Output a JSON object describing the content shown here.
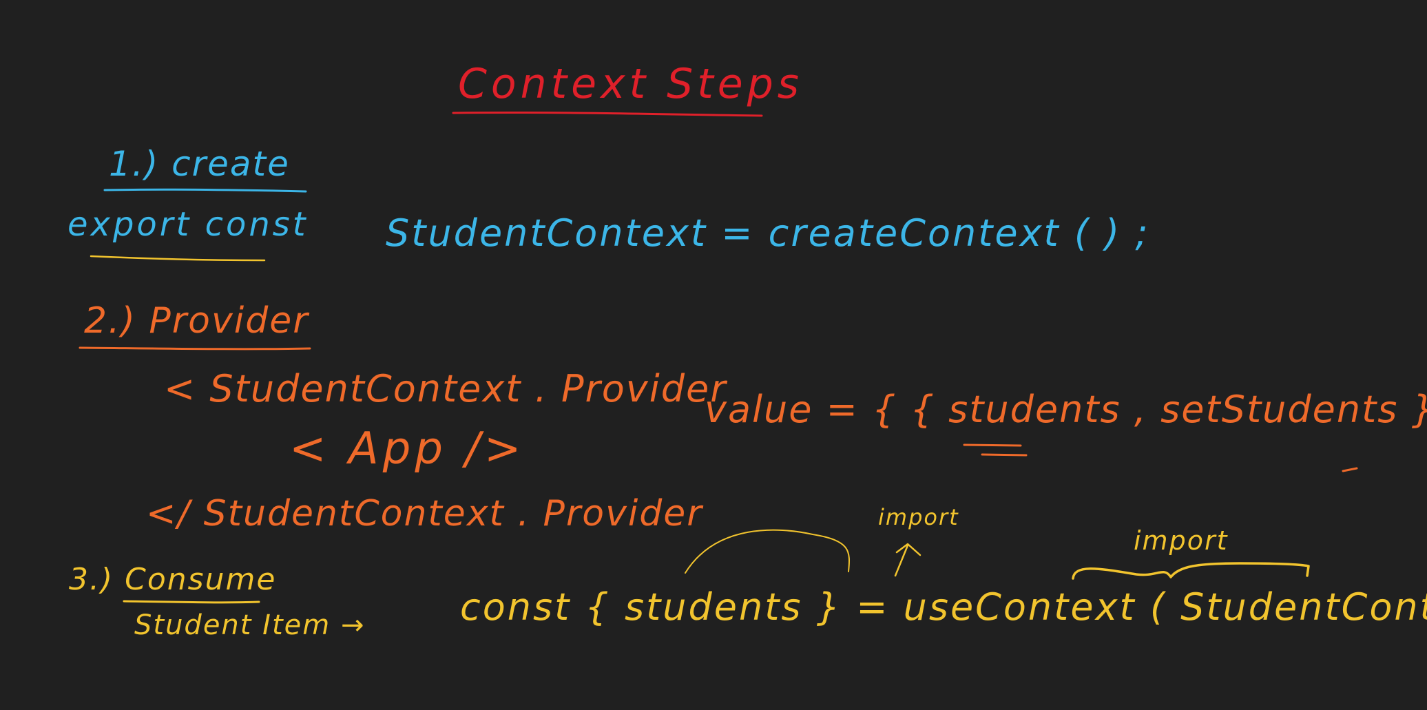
{
  "colors": {
    "background": "#202020",
    "title": "#e0202a",
    "step_create": "#3cb6e8",
    "step_provider": "#ef6a2a",
    "step_consume": "#f2c42e"
  },
  "title": "Context Steps",
  "create": {
    "heading": "1.) create",
    "keyword": "export const",
    "expression": "StudentContext = createContext ( ) ;"
  },
  "provider": {
    "heading": "2.) Provider",
    "open_tag": "< StudentContext . Provider",
    "value_attr": "value = { { students , setStudents } }",
    "child": "< App />",
    "close_tag": "</ StudentContext . Provider"
  },
  "consume": {
    "heading": "3.) Consume",
    "component": "Student Item",
    "arrow": "→",
    "expression": "const { students } = useContext ( StudentContext )",
    "import_note_1": "import",
    "import_note_2": "import"
  }
}
